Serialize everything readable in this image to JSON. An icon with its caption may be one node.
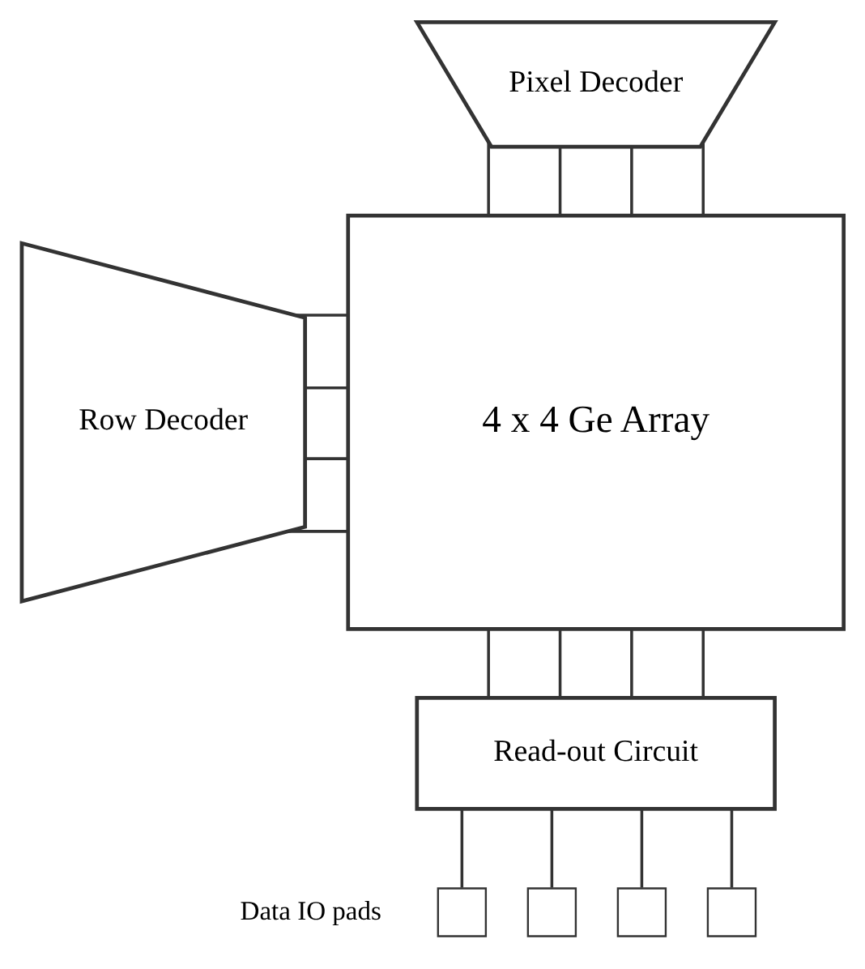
{
  "diagram": {
    "nodes": [
      {
        "text": [
          "Pixel Decoder"
        ]
      },
      {
        "text": [
          "Row Decoder"
        ]
      },
      {
        "text": [
          "4 x 4 Ge Array"
        ]
      },
      {
        "text": [
          "Read-out Circuit"
        ]
      },
      {
        "text": [],
        "shape": "box"
      },
      {
        "text": [],
        "shape": "box"
      },
      {
        "text": [],
        "shape": "box"
      },
      {
        "text": [],
        "shape": "box"
      }
    ],
    "edges": [
      {
        "from": 0,
        "to": 2,
        "arrow": "none"
      },
      {
        "from": 0,
        "to": 2,
        "arrow": "none"
      },
      {
        "from": 0,
        "to": 2,
        "arrow": "none"
      },
      {
        "from": 0,
        "to": 2,
        "arrow": "none"
      },
      {
        "from": 1,
        "to": 2,
        "arrow": "none"
      },
      {
        "from": 1,
        "to": 2,
        "arrow": "none"
      },
      {
        "from": 1,
        "to": 2,
        "arrow": "none"
      },
      {
        "from": 1,
        "to": 2,
        "arrow": "none"
      },
      {
        "from": 2,
        "to": 3,
        "arrow": "none"
      },
      {
        "from": 2,
        "to": 3,
        "arrow": "none"
      },
      {
        "from": 2,
        "to": 3,
        "arrow": "none"
      },
      {
        "from": 2,
        "to": 3,
        "arrow": "none"
      },
      {
        "from": 3,
        "to": 4,
        "arrow": "none"
      },
      {
        "from": 3,
        "to": 5,
        "arrow": "none"
      },
      {
        "from": 3,
        "to": 6,
        "arrow": "none"
      },
      {
        "from": 3,
        "to": 7,
        "arrow": "none"
      }
    ],
    "labels": [
      "Data IO pads"
    ]
  }
}
